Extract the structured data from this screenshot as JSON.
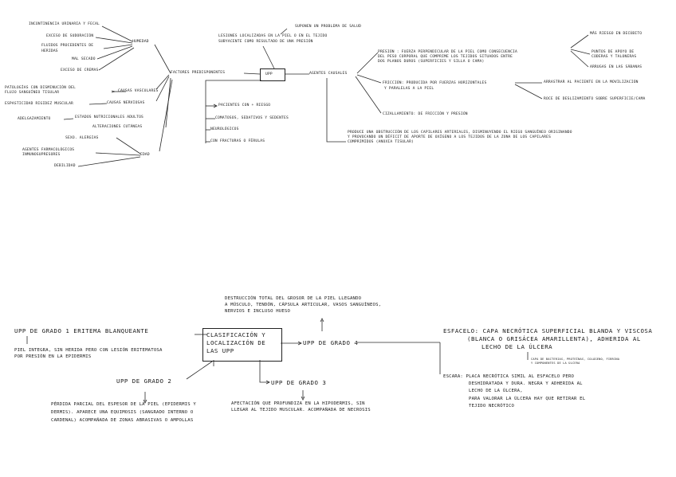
{
  "top": {
    "upp": "UPP",
    "factores_predisponentes": "FACTORES PREDISPONENTES",
    "humedad": "HUMEDAD",
    "causas_vasculares": "CAUSAS VASCULARES",
    "causas_nerviosas": "CAUSAS NERVIOSAS",
    "alteraciones_cutaneas": "ALTERACIONES CUTÁNEAS",
    "edad": "EDAD",
    "hum_1": "INCONTINENCIA URINARIA Y FECAL",
    "hum_2": "EXCESO DE SUDORACIÓN",
    "hum_3a": "FLUIDOS PROCEDENTES DE",
    "hum_3b": "HERIDAS",
    "hum_4": "MAL SECADO",
    "hum_5": "EXCESO DE CREMAS",
    "vasc_1a": "PATOLOGÍAS CON DISMINUCIÓN DEL",
    "vasc_1b": "FLUJO SANGUÍNEO TISULAR",
    "nerv_1": "ESPASTICIDAD RIGIDEZ MUSCULAR",
    "nerv_2a": "ADELGAZAMIENTO",
    "nerv_2b": "ESTADOS NUTRICIONALES ADULTOS",
    "edad_1": "SEXO. ALERGIAS",
    "edad_2a": "AGENTES FARMACOLÓGICOS",
    "edad_2b": "INMUNOSUPRESORES",
    "edad_3": "DEBILIDAD",
    "pac_1": "PACIENTES CON + RIESGO",
    "pac_2": "COMATOSOS, SEDATIVOS Y SEDENTES",
    "pac_3": "NEUROLÓGICOS",
    "pac_4": "CON FRACTURAS O FÉRULAS",
    "lesiones_a": "LESIONES LOCALIZADAS EN LA PIEL O EN EL TEJIDO",
    "lesiones_b": "SUBYACENTE COMO RESULTADO DE UNA PRESIÓN",
    "salud": "SUPONEN UN PROBLEMA DE SALUD",
    "agentes_causales": "AGENTES CAUSALES",
    "presion_a": "PRESIÓN : FUERZA PERPENDICULAR DE LA PIEL COMO CONSECUENCIA",
    "presion_b": "DEL PESO CORPORAL QUE COMPRIME LOS TEJIDOS SITUADOS ENTRE",
    "presion_c": "DOS PLANOS DUROS (SUPERFICIES Y SILLA O CAMA)",
    "pres_1": "MÁS RIESGO EN DECÚBITO",
    "pres_2a": "PUNTOS DE APOYO DE",
    "pres_2b": "CODERAS Y TALONERAS",
    "pres_3": "ARRUGAS EN LAS SÁBANAS",
    "friccion_a": "FRICCIÓN: PRODUCIDA POR FUERZAS HORIZONTALES",
    "friccion_b": "Y PARALELAS A LA PIEL",
    "fric_1": "ARRASTRAR AL PACIENTE EN LA MOVILIZACIÓN",
    "fric_2": "ROCE DE DESLIZAMIENTO SOBRE SUPERFICIE/CAMA",
    "cizallamiento": "CIZALLAMIENTO: DE FRICCIÓN Y PRESIÓN",
    "isq_a": "PRODUCE UNA OBSTRUCCIÓN DE LOS CAPILARES ARTERIALES, DISMINUYENDO EL RIEGO SANGUÍNEO ORIGINANDO",
    "isq_b": "Y PROVOCANDO UN DÉFICIT DE APORTE DE OXÍGENO A LOS TEJIDOS DE LA ZONA DE LOS CAPILARES",
    "isq_c": "COMPRIMIDOS (ANOXIA TISULAR)"
  },
  "bottom": {
    "clasificacion_a": "CLASIFICACIÓN Y",
    "clasificacion_b": "LOCALIZACIÓN DE",
    "clasificacion_c": "LAS UPP",
    "grado1": "UPP DE GRADO 1 ERITEMA BLANQUEANTE",
    "grado1_desc_a": "PIEL INTEGRA, SIN HERIDA PERO CON LESIÓN ERITEMATOSA",
    "grado1_desc_b": "POR PRESIÓN EN LA EPIDERMIS",
    "grado2": "UPP DE GRADO 2",
    "grado2_desc_a": "PÉRDIDA PARCIAL DEL ESPESOR DE LA PIEL (EPIDERMIS Y",
    "grado2_desc_b": "DERMIS). APARECE UNA EQUIMOSIS (SANGRADO INTERNO O",
    "grado2_desc_c": "CARDENAL) ACOMPAÑADA DE ZONAS ABRASIVAS O AMPOLLAS",
    "grado3": "UPP DE GRADO 3",
    "grado3_desc_a": "AFECTACIÓN QUE PROFUNDIZA EN LA HIPODERMIS, SIN",
    "grado3_desc_b": "LLEGAR AL TEJIDO MUSCULAR. ACOMPAÑADA DE NECROSIS",
    "grado4": "UPP DE GRADO 4",
    "grado4_desc_a": "DESTRUCCIÓN TOTAL DEL GROSOR DE LA PIEL LLEGANDO",
    "grado4_desc_b": "A MÚSCULO, TENDÓN, CÁPSULA ARTICULAR, VASOS SANGUÍNEOS,",
    "grado4_desc_c": "NERVIOS E INCLUSO HUESO",
    "esfacelo_a": "ESFACELO: CAPA NECRÓTICA SUPERFICIAL BLANDA Y VISCOSA",
    "esfacelo_b": "(BLANCA O GRISÁCEA AMARILLENTA), ADHERIDA AL",
    "esfacelo_c": "LECHO DE LA ÚLCERA",
    "esfacelo_sm_a": "CAPA DE BACTERIAS, PROTEÍNAS, COLÁGENO, FIBRINA",
    "esfacelo_sm_b": "Y COMPONENTES DE LA ÚLCERA",
    "escara_a": "ESCARA: PLACA NECRÓTICA SIMIL AL ESFACELO PERO",
    "escara_b": "DESHIDRATADA Y DURA. NEGRA Y ADHERIDA AL",
    "escara_c": "LECHO DE LA ÚLCERA,",
    "escara_d": "PARA VALORAR LA ÚLCERA HAY QUE RETIRAR EL",
    "escara_e": "TEJIDO NECRÓTICO"
  }
}
